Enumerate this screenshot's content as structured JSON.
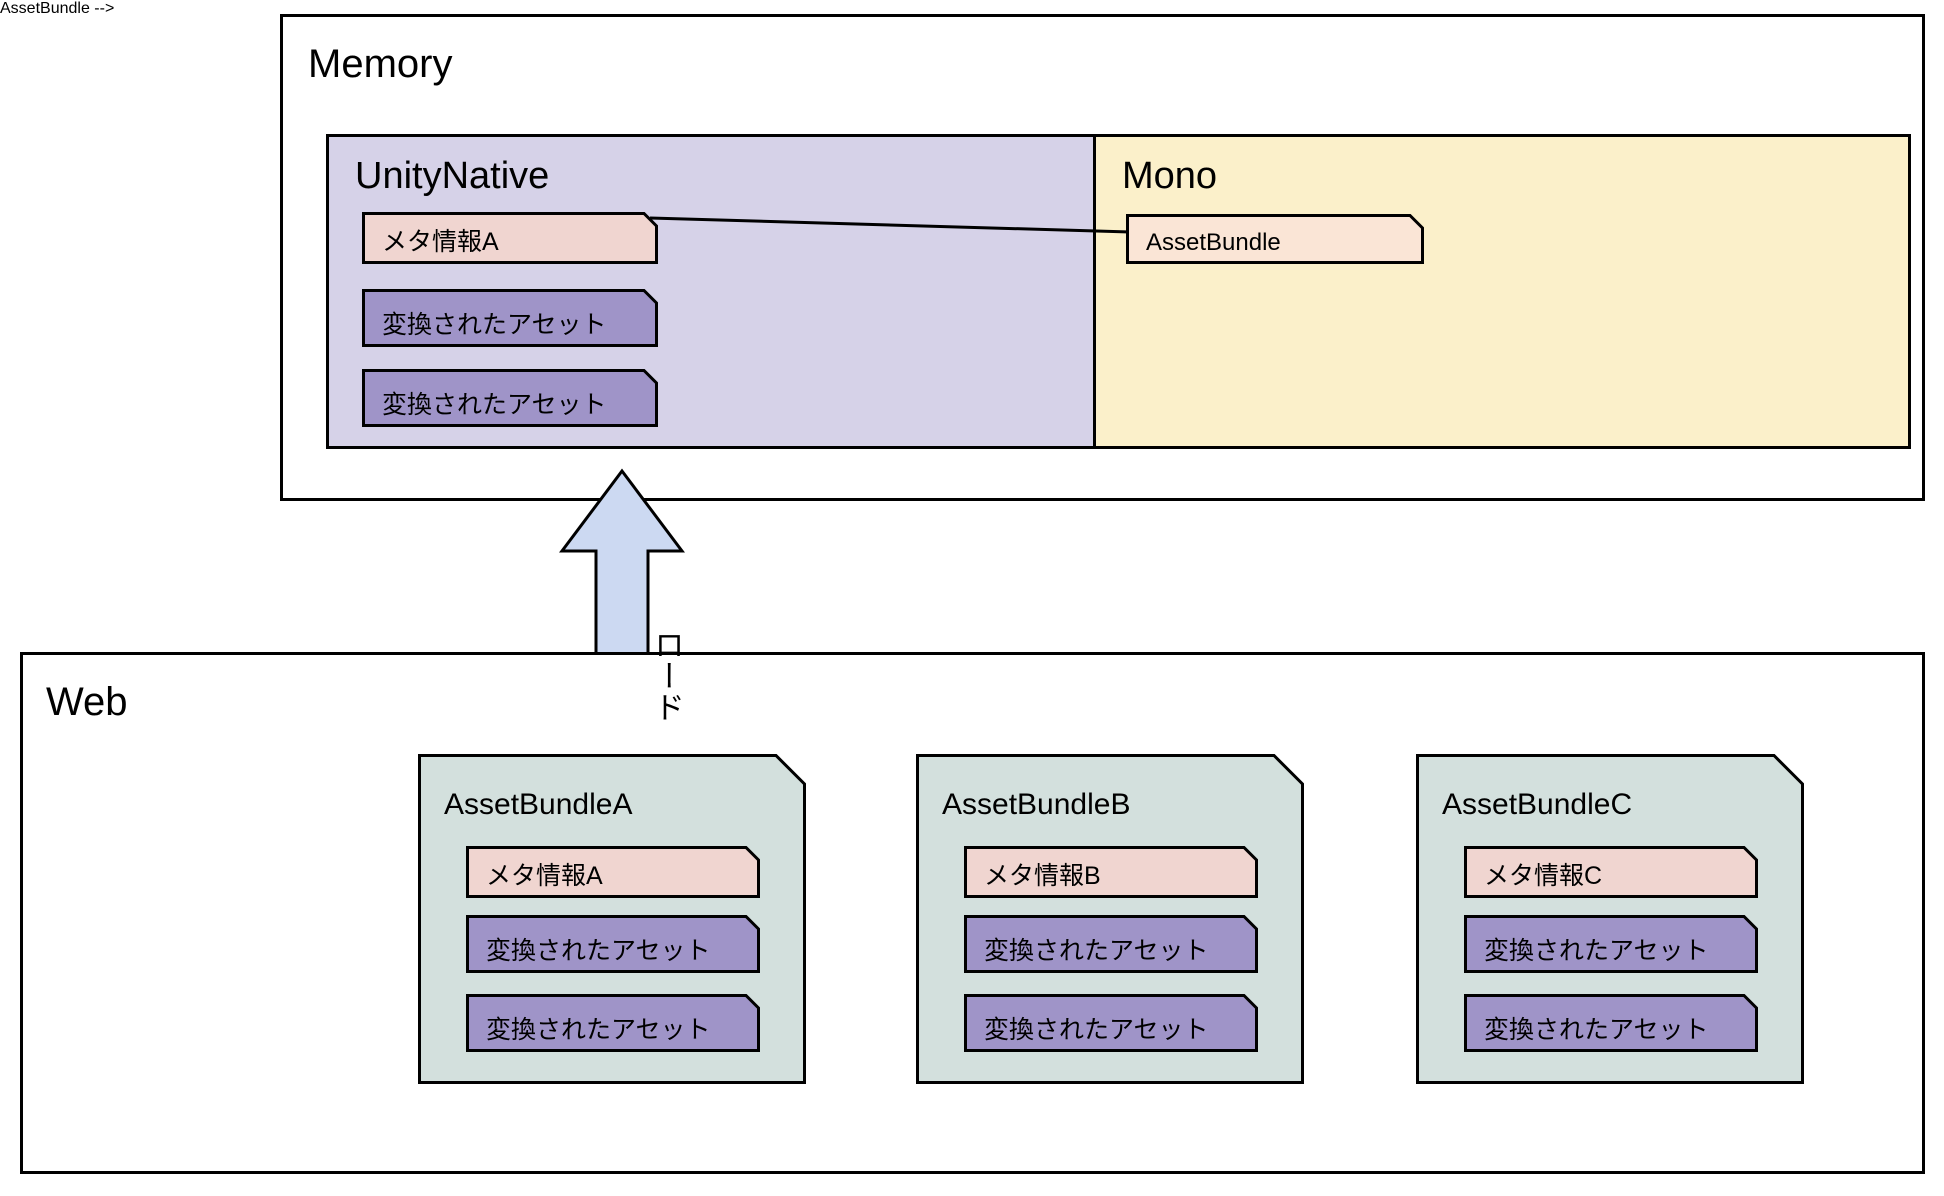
{
  "colors": {
    "stroke": "#000000",
    "page_background": "#ffffff",
    "unity_native_fill": "#d6d2e8",
    "mono_fill": "#fbf0ca",
    "meta_fill": "#f0d5d0",
    "mono_assetbundle_fill": "#fae5d6",
    "converted_asset_fill": "#9f94c8",
    "bundle_card_fill": "#d3e0dd",
    "arrow_fill": "#ccd9f2"
  },
  "memory": {
    "title": "Memory",
    "unity_native": {
      "title": "UnityNative",
      "items": [
        {
          "label": "メタ情報A",
          "kind": "meta"
        },
        {
          "label": "変換されたアセット",
          "kind": "asset"
        },
        {
          "label": "変換されたアセット",
          "kind": "asset"
        }
      ]
    },
    "mono": {
      "title": "Mono",
      "items": [
        {
          "label": "AssetBundle",
          "kind": "bundle"
        }
      ]
    }
  },
  "arrow": {
    "label": "ロード",
    "direction": "up"
  },
  "web": {
    "title": "Web",
    "bundles": [
      {
        "title": "AssetBundleA",
        "items": [
          {
            "label": "メタ情報A",
            "kind": "meta"
          },
          {
            "label": "変換されたアセット",
            "kind": "asset"
          },
          {
            "label": "変換されたアセット",
            "kind": "asset"
          }
        ]
      },
      {
        "title": "AssetBundleB",
        "items": [
          {
            "label": "メタ情報B",
            "kind": "meta"
          },
          {
            "label": "変換されたアセット",
            "kind": "asset"
          },
          {
            "label": "変換されたアセット",
            "kind": "asset"
          }
        ]
      },
      {
        "title": "AssetBundleC",
        "items": [
          {
            "label": "メタ情報C",
            "kind": "meta"
          },
          {
            "label": "変換されたアセット",
            "kind": "asset"
          },
          {
            "label": "変換されたアセット",
            "kind": "asset"
          }
        ]
      }
    ]
  }
}
